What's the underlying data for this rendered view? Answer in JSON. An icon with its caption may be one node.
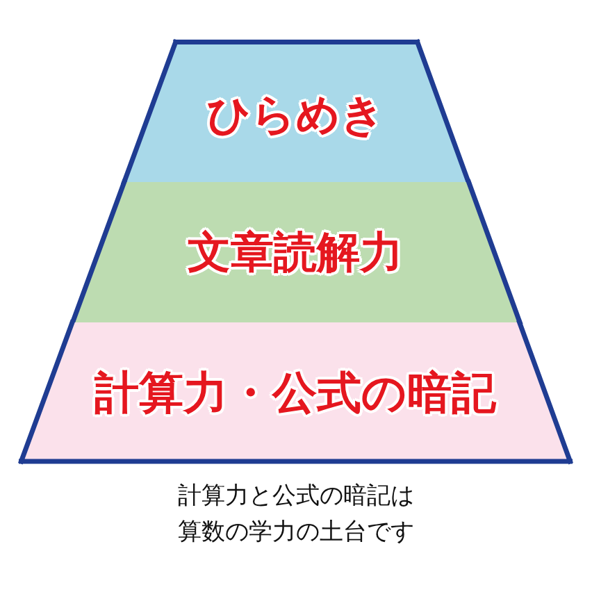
{
  "diagram": {
    "caption": "計算力と公式の暗記は算数の学力の土台です",
    "nodes": [
      {
        "text": [
          "ひらめき"
        ]
      },
      {
        "text": [
          "文章読解力"
        ]
      },
      {
        "text": [
          "計算力・公式の暗記"
        ]
      }
    ]
  }
}
